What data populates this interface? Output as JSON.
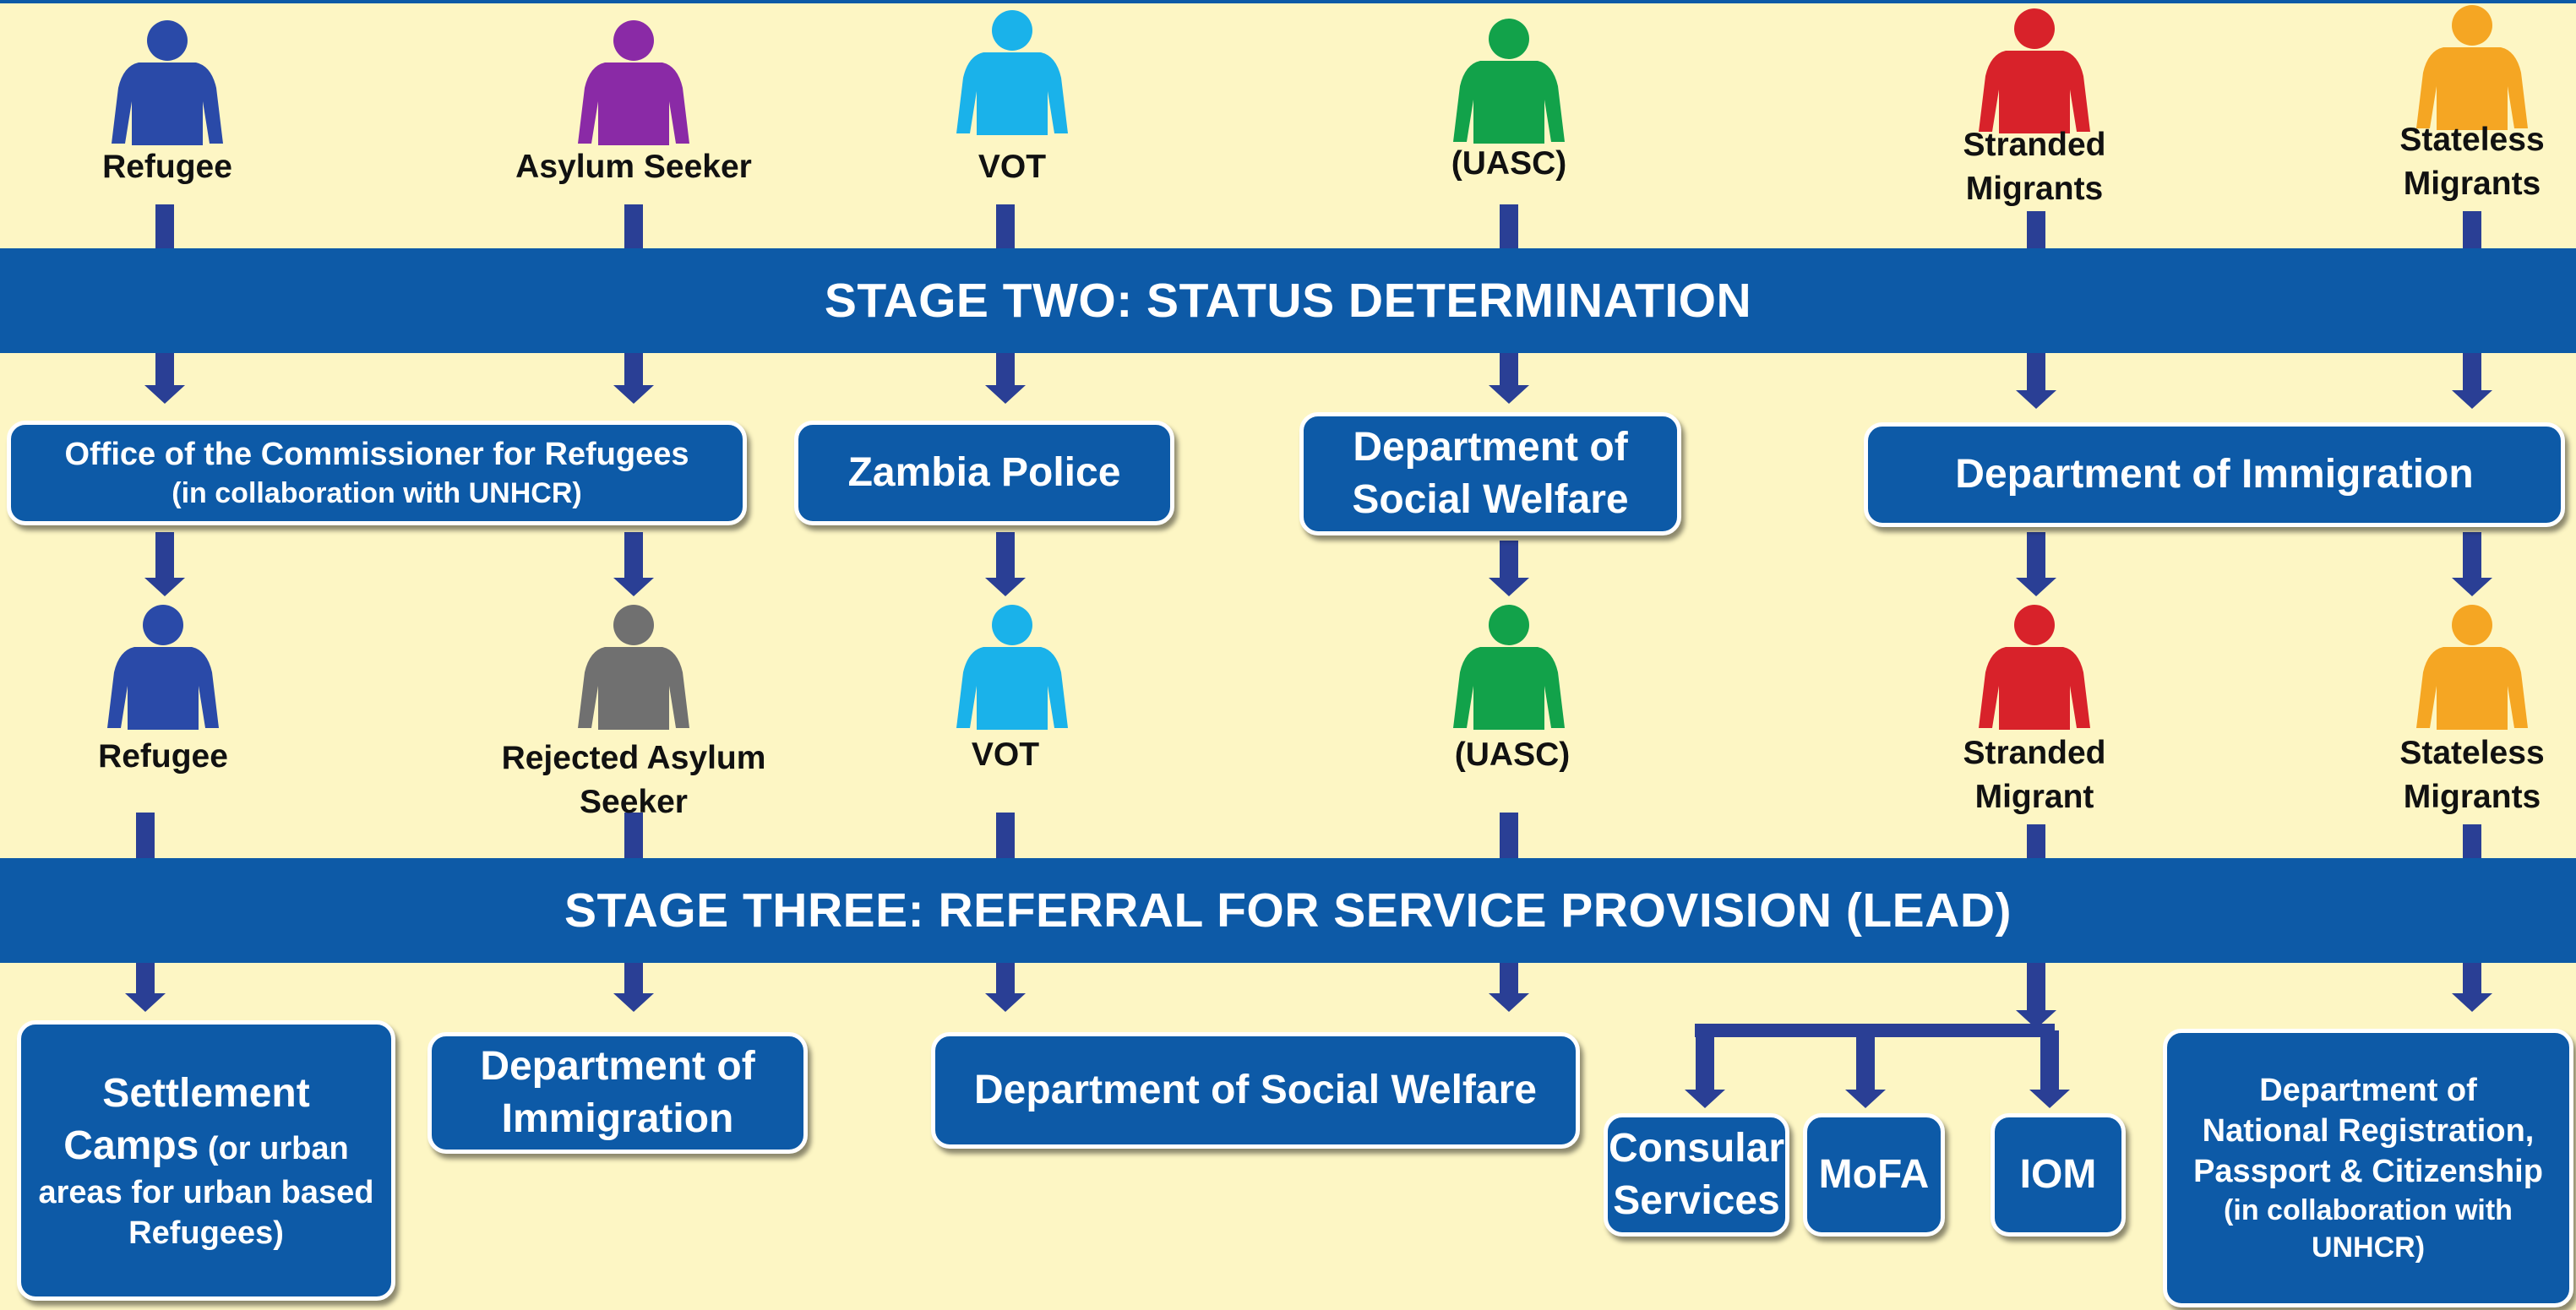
{
  "stage_two": "STAGE TWO: STATUS DETERMINATION",
  "stage_three": "STAGE THREE: REFERRAL FOR SERVICE PROVISION (LEAD)",
  "colors": {
    "background": "#fdf6c4",
    "band": "#0d5aa7",
    "arrow": "#2a3f95",
    "refugee": "#2a4aa8",
    "asylum_seeker": "#8a2aa6",
    "rejected_asylum_seeker": "#707070",
    "vot": "#1ab2ea",
    "uasc": "#12a24a",
    "stranded": "#d8222a",
    "stateless": "#f5a623"
  },
  "row1": [
    {
      "line1": "Refugee",
      "line2": "",
      "color_key": "refugee"
    },
    {
      "line1": "Asylum Seeker",
      "line2": "",
      "color_key": "asylum_seeker"
    },
    {
      "line1": "VOT",
      "line2": "",
      "color_key": "vot"
    },
    {
      "line1": "(UASC)",
      "line2": "",
      "color_key": "uasc"
    },
    {
      "line1": "Stranded",
      "line2": "Migrants",
      "color_key": "stranded"
    },
    {
      "line1": "Stateless",
      "line2": "Migrants",
      "color_key": "stateless"
    }
  ],
  "determination": {
    "refugees_office": {
      "line1": "Office of the  Commissioner for Refugees",
      "line2": "(in collaboration with UNHCR)"
    },
    "police": {
      "line1": "Zambia Police"
    },
    "social_welfare": {
      "line1": "Department of",
      "line2": "Social Welfare"
    },
    "immigration": {
      "line1": "Department of Immigration"
    }
  },
  "row2": [
    {
      "line1": "Refugee",
      "line2": "",
      "color_key": "refugee"
    },
    {
      "line1": "Rejected Asylum Seeker",
      "line2": "",
      "color_key": "rejected_asylum_seeker"
    },
    {
      "line1": "VOT",
      "line2": "",
      "color_key": "vot"
    },
    {
      "line1": "(UASC)",
      "line2": "",
      "color_key": "uasc"
    },
    {
      "line1": "Stranded",
      "line2": "Migrant",
      "color_key": "stranded"
    },
    {
      "line1": "Stateless",
      "line2": "Migrants",
      "color_key": "stateless"
    }
  ],
  "referral": {
    "settlement": {
      "line1": "Settlement",
      "line2a": "Camps",
      "line2b": " (or urban",
      "line3": "areas for urban based",
      "line4": "Refugees)"
    },
    "immigration": {
      "line1": "Department of",
      "line2": "Immigration"
    },
    "social_welfare": {
      "line1": "Department of Social Welfare"
    },
    "consular": {
      "line1": "Consular",
      "line2": "Services"
    },
    "mofa": {
      "line1": "MoFA"
    },
    "iom": {
      "line1": "IOM"
    },
    "registration": {
      "line1": "Department of",
      "line2": "National Registration,",
      "line3": "Passport & Citizenship",
      "line4": "(in collaboration with",
      "line5": "UNHCR)"
    }
  }
}
